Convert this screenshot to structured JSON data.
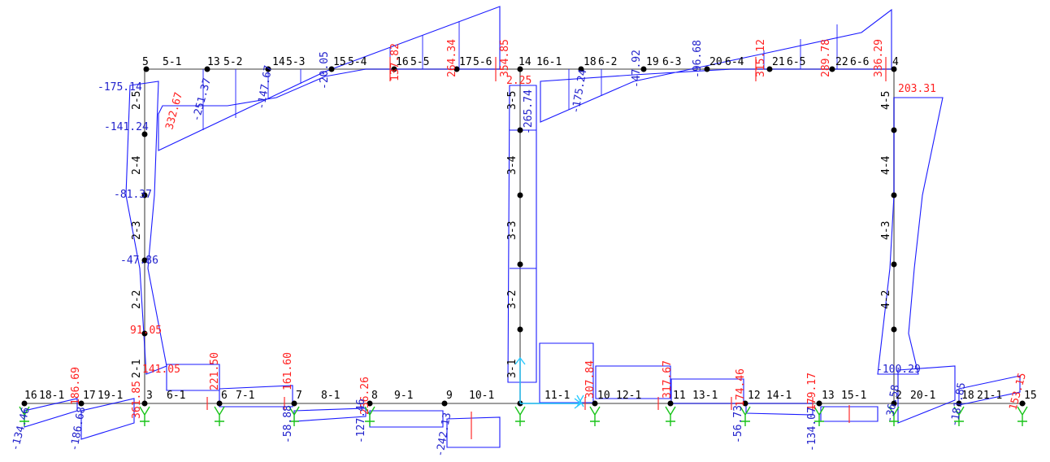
{
  "member_labels": {
    "top_left": [
      "5",
      "5-1",
      "13",
      "5-2",
      "14",
      "5-3",
      "15",
      "5-4",
      "16",
      "5-5",
      "17",
      "5-6",
      "14",
      "16-1",
      "18",
      "6-2",
      "19",
      "6-3",
      "20",
      "6-4",
      "21",
      "6-5",
      "22",
      "6-6",
      "4"
    ],
    "left_column": [
      "2-5",
      "2-4",
      "2-3",
      "2-2",
      "2-1"
    ],
    "mid_column": [
      "3-5",
      "3-4",
      "3-3",
      "3-2",
      "3-1"
    ],
    "right_column": [
      "4-5",
      "4-4",
      "4-3",
      "4-2"
    ],
    "bottom": [
      "16",
      "18-1",
      "17",
      "19-1",
      "3",
      "6-1",
      "6",
      "7-1",
      "7",
      "8-1",
      "8",
      "9-1",
      "9",
      "10-1",
      "11-1",
      "10",
      "12-1",
      "11",
      "13-1",
      "12",
      "14-1",
      "13",
      "15-1",
      "2",
      "20-1",
      "18",
      "21-1",
      "15"
    ]
  },
  "moment_values": {
    "positive": [
      "332.67",
      "137.82",
      "264.34",
      "354.85",
      "315.12",
      "289.78",
      "336.29",
      "203.31",
      "141.05",
      "221.50",
      "307.84",
      "317.67",
      "153.15",
      "186.69",
      "361.85",
      "236.26",
      "161.60",
      "174.46",
      "179.17",
      "2.25",
      "91.05"
    ],
    "negative": [
      "-175.14",
      "-251.37",
      "-147.67",
      "-20.05",
      "-175.24",
      "-47.92",
      "-96.68",
      "-141.24",
      "-81.37",
      "-47.86",
      "-134.46",
      "-186.68",
      "-58.88",
      "-127.46",
      "-242.13",
      "-56.73",
      "-134.07",
      "-36.58",
      "-100.29",
      "-181.85",
      "-265.74"
    ]
  },
  "colors": {
    "frame": "#7f7f7f",
    "diagram": "#1a1aff",
    "positive_text": "#ff2020",
    "negative_text": "#2222cc",
    "support": "#19c419",
    "axis": "#29c9ff"
  }
}
